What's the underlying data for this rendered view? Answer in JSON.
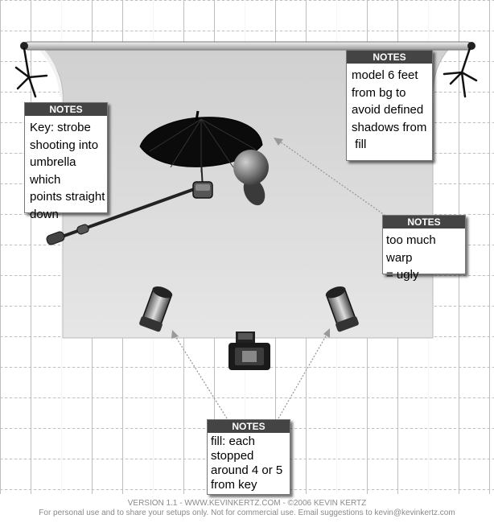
{
  "notes": [
    {
      "id": "key",
      "header": "NOTES",
      "lines": [
        "Key: strobe",
        "shooting into",
        "umbrella which",
        "points straight",
        "down"
      ]
    },
    {
      "id": "distance",
      "header": "NOTES",
      "lines": [
        "model 6 feet",
        "from bg to",
        "avoid defined",
        "shadows from",
        " fill"
      ]
    },
    {
      "id": "warp",
      "header": "NOTES",
      "lines": [
        "too much warp",
        "= ugly"
      ]
    },
    {
      "id": "fill",
      "header": "NOTES",
      "lines": [
        "fill: each",
        "stopped",
        "around 4 or 5",
        "from key"
      ]
    }
  ],
  "footer": {
    "line1": "VERSION 1.1  -  WWW.KEVINKERTZ.COM  -  ©2006 KEVIN KERTZ",
    "line2": "For personal use and to share your setups only. Not for commercial use.  Email suggestions to kevin@kevinkertz.com"
  },
  "icons": [
    "backdrop-stand-icon",
    "umbrella-icon",
    "strobe-icon",
    "boom-arm-icon",
    "model-icon",
    "fill-light-icon",
    "camera-icon"
  ],
  "colors": {
    "note_header": "#444444",
    "backdrop": "#dcdcdc",
    "grid": "#b8b8b8"
  }
}
